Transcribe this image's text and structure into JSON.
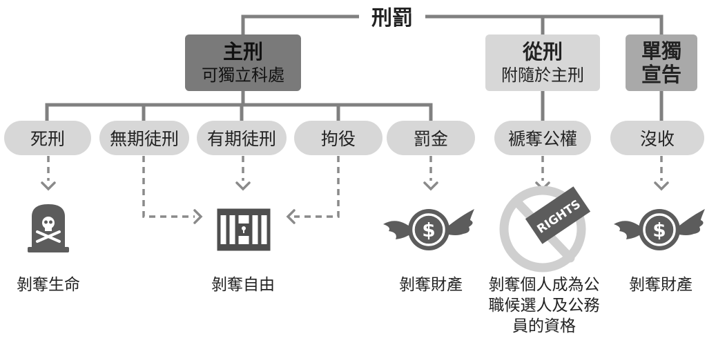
{
  "title": "刑罰",
  "main": {
    "label": "主刑",
    "sub": "可獨立科處"
  },
  "accessory": {
    "label": "從刑",
    "sub": "附隨於主刑"
  },
  "standalone": {
    "label": "單獨宣告"
  },
  "main_types": [
    "死刑",
    "無期徒刑",
    "有期徒刑",
    "拘役",
    "罰金"
  ],
  "accessory_type": "褫奪公權",
  "standalone_type": "沒收",
  "effects": {
    "life": "剝奪生命",
    "freedom": "剝奪自由",
    "property_main": "剝奪財產",
    "rights": "剝奪個人成為公職候選人及公務員的資格",
    "property_confiscation": "剝奪財產"
  },
  "rights_sign": "RIGHTS",
  "icons": [
    "skull-tombstone-icon",
    "jail-cell-icon",
    "flying-money-icon",
    "no-rights-icon",
    "flying-money-icon"
  ],
  "colors": {
    "dark_box": "#7a7a7a",
    "light_box": "#d7d7d7",
    "line": "#808080",
    "dashed": "#8a8a8a"
  }
}
